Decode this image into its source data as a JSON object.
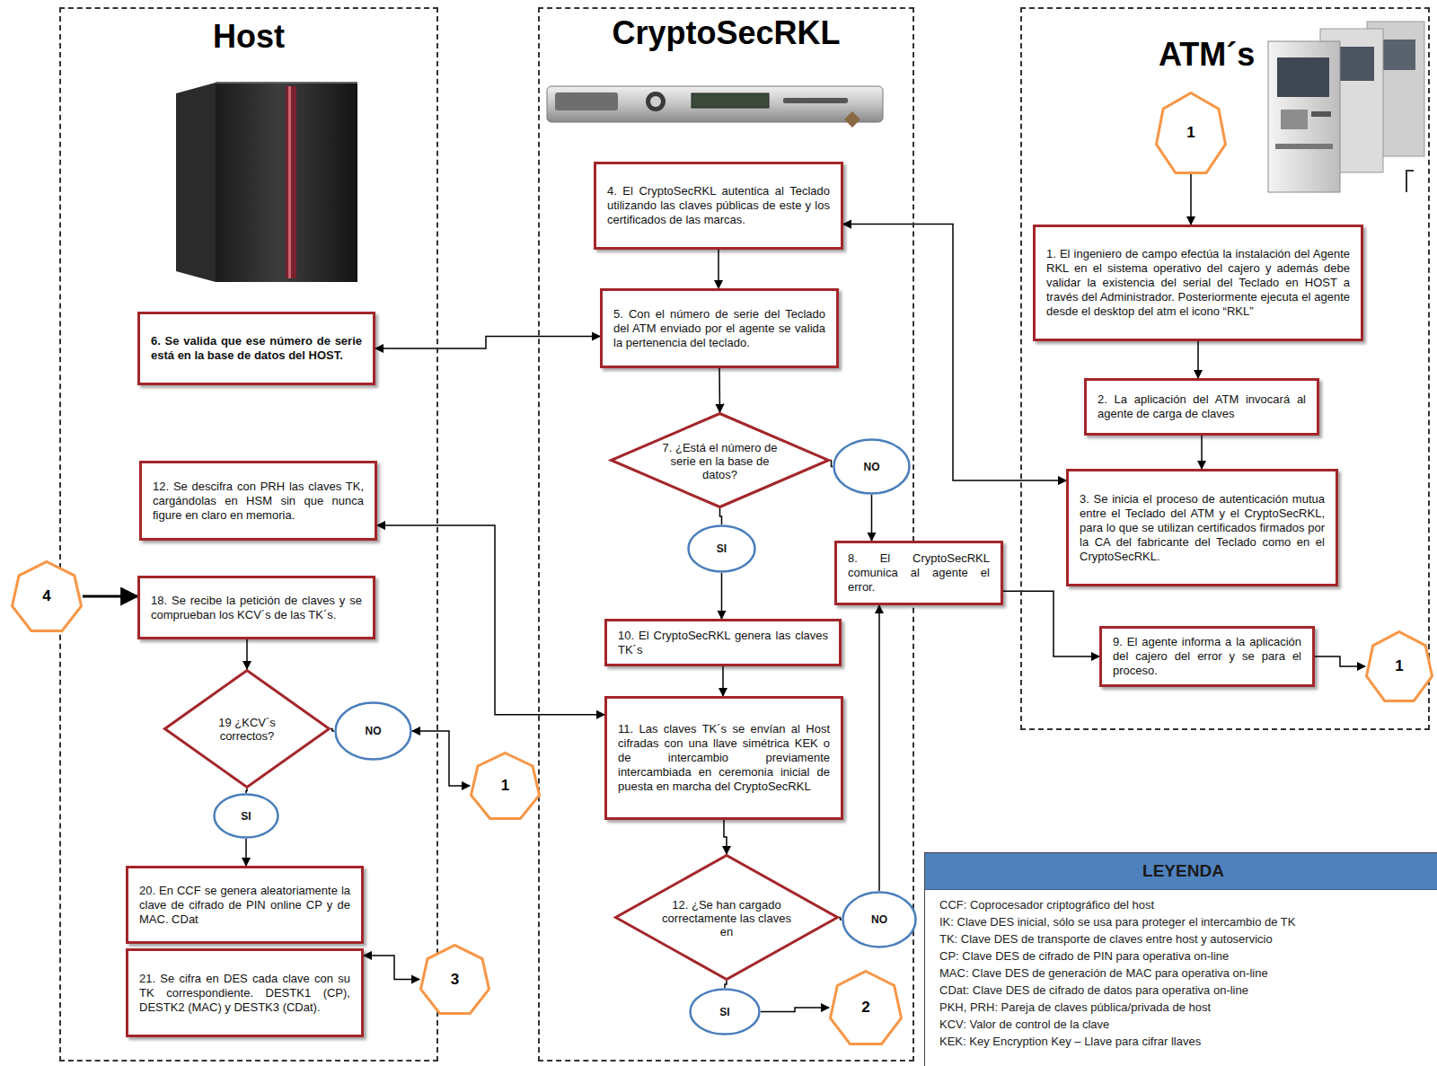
{
  "diagram": {
    "nodes": [
      {
        "text": [
          "Host"
        ]
      },
      {
        "text": [
          "CryptoSecRKL"
        ]
      },
      {
        "text": [
          "ATM´s"
        ]
      },
      {
        "text": [
          "1"
        ],
        "in": 2
      },
      {
        "text": [
          "4. El CryptoSecRKL autentica al Teclado utilizando las claves públicas de este y los certificados de las marcas."
        ],
        "in": 1
      },
      {
        "text": [
          "1. El ingeniero de campo efectúa la instalación del Agente RKL en el sistema operativo del cajero y además debe validar la existencia del serial del Teclado en HOST a través del Administrador. Posteriormente ejecuta el agente desde el desktop del atm el icono “RKL”"
        ],
        "in": 2
      },
      {
        "text": [
          "6. Se valida que ese número de serie está en la base de datos del HOST."
        ],
        "in": 0
      },
      {
        "text": [
          "5. Con el número de serie del Teclado del ATM enviado por el agente se valida la pertenencia del teclado."
        ],
        "in": 1
      },
      {
        "text": [
          "2. La aplicación del ATM invocará al agente de carga de claves"
        ],
        "in": 2
      },
      {
        "text": [
          "7. ¿Está el número de serie en la base de datos?"
        ],
        "in": 1
      },
      {
        "text": [
          "NO"
        ],
        "in": 1
      },
      {
        "text": [
          "12. Se descifra con PRH las claves TK, cargándolas en HSM sin que nunca figure en claro en memoria."
        ],
        "in": 0
      },
      {
        "text": [
          "3. Se inicia el proceso de autenticación mutua entre el Teclado del ATM y el CryptoSecRKL, para lo que se utilizan certificados firmados por la CA del fabricante del Teclado como en el CryptoSecRKL."
        ],
        "in": 2
      },
      {
        "text": [
          "SI"
        ],
        "in": 1
      },
      {
        "text": [
          "8. El CryptoSecRKL comunica al agente el error."
        ]
      },
      {
        "text": [
          "4"
        ]
      },
      {
        "text": [
          "18. Se recibe la petición de claves y se comprueban los KCV´s de las TK´s."
        ],
        "in": 0
      },
      {
        "text": [
          "9. El agente informa a la aplicación del cajero del error y se para el proceso."
        ],
        "in": 2
      },
      {
        "text": [
          "1"
        ]
      },
      {
        "text": [
          "10. El CryptoSecRKL genera las claves TK´s"
        ],
        "in": 1
      },
      {
        "text": [
          "11. Las claves TK´s se envían al Host cifradas con una llave simétrica KEK o de intercambio previamente intercambiada en ceremonia inicial de puesta en marcha del CryptoSecRKL"
        ],
        "in": 1
      },
      {
        "text": [
          "19 ¿KCV´s correctos?"
        ],
        "in": 0
      },
      {
        "text": [
          "NO"
        ],
        "in": 0
      },
      {
        "text": [
          "1"
        ]
      },
      {
        "text": [
          "SI"
        ],
        "in": 0
      },
      {
        "text": [
          "12. ¿Se han cargado correctamente las claves en"
        ],
        "in": 1
      },
      {
        "text": [
          "NO"
        ],
        "in": 1
      },
      {
        "text": [
          "20. En CCF se genera aleatoriamente la clave de cifrado de PIN online CP y de MAC. CDat"
        ],
        "in": 0
      },
      {
        "text": [
          "21. Se cifra en DES cada clave con su TK correspondiente. DESTK1 (CP), DESTK2 (MAC) y DESTK3 (CDat)."
        ],
        "in": 0
      },
      {
        "text": [
          "3"
        ]
      },
      {
        "text": [
          "SI"
        ],
        "in": 1
      },
      {
        "text": [
          "2"
        ],
        "in": 1
      }
    ],
    "edges": [
      {
        "from": 3,
        "to": 5,
        "arrow": "to"
      },
      {
        "from": 5,
        "to": 8,
        "arrow": "to"
      },
      {
        "from": 8,
        "to": 12,
        "arrow": "to"
      },
      {
        "from": 12,
        "to": 4,
        "arrow": "both"
      },
      {
        "from": 4,
        "to": 7,
        "arrow": "to"
      },
      {
        "from": 7,
        "to": 6,
        "arrow": "both"
      },
      {
        "from": 7,
        "to": 9,
        "arrow": "to"
      },
      {
        "from": 9,
        "to": 10,
        "arrow": "none"
      },
      {
        "from": 10,
        "to": 14,
        "arrow": "to"
      },
      {
        "from": 9,
        "to": 13,
        "arrow": "none"
      },
      {
        "from": 13,
        "to": 19,
        "arrow": "to"
      },
      {
        "from": 14,
        "to": 17,
        "arrow": "to"
      },
      {
        "from": 17,
        "to": 18,
        "arrow": "to"
      },
      {
        "from": 19,
        "to": 20,
        "arrow": "to"
      },
      {
        "from": 20,
        "to": 11,
        "arrow": "both"
      },
      {
        "from": 20,
        "to": 25,
        "arrow": "to"
      },
      {
        "from": 25,
        "to": 26,
        "arrow": "none"
      },
      {
        "from": 26,
        "to": 14,
        "arrow": "to"
      },
      {
        "from": 25,
        "to": 30,
        "arrow": "none"
      },
      {
        "from": 30,
        "to": 31,
        "arrow": "to"
      },
      {
        "from": 15,
        "to": 16,
        "arrow": "to"
      },
      {
        "from": 16,
        "to": 21,
        "arrow": "to"
      },
      {
        "from": 21,
        "to": 22,
        "arrow": "none"
      },
      {
        "from": 22,
        "to": 23,
        "arrow": "both"
      },
      {
        "from": 21,
        "to": 24,
        "arrow": "none"
      },
      {
        "from": 24,
        "to": 27,
        "arrow": "to"
      },
      {
        "from": 28,
        "to": 29,
        "arrow": "both"
      }
    ],
    "labels": [
      "LEYENDA"
    ],
    "legend": [
      {
        "text": "CCF: Coprocesador criptográfico del host"
      },
      {
        "text": "IK: Clave DES inicial, sólo se usa para proteger el intercambio de TK"
      },
      {
        "text": "TK: Clave DES de transporte de claves entre host y autoservicio"
      },
      {
        "text": "CP: Clave DES de cifrado de PIN para operativa on-line"
      },
      {
        "text": "MAC: Clave DES de generación de MAC para operativa on-line"
      },
      {
        "text": "CDat: Clave DES de cifrado de datos para operativa on-line"
      },
      {
        "text": "PKH, PRH: Pareja de claves pública/privada de host"
      },
      {
        "text": "KCV: Valor de control de la clave"
      },
      {
        "text": "KEK: Key Encryption Key – Llave para cifrar llaves"
      }
    ]
  }
}
